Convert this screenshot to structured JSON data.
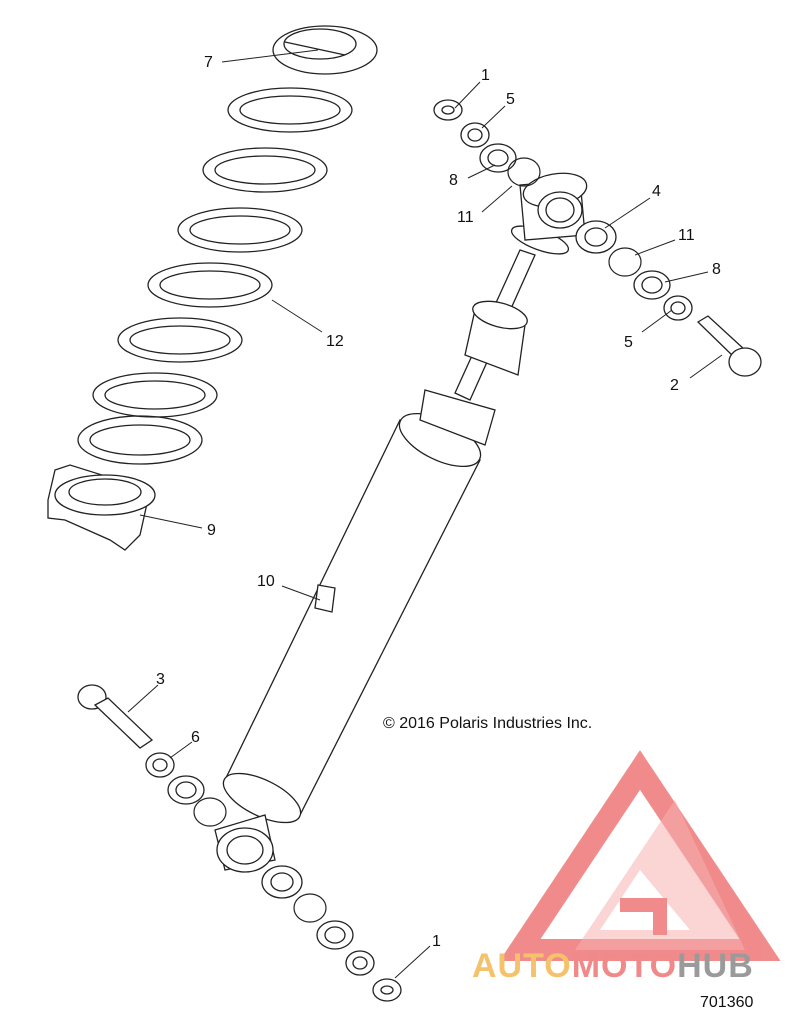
{
  "callouts": [
    {
      "id": "7",
      "label": "7"
    },
    {
      "id": "1a",
      "label": "1"
    },
    {
      "id": "5a",
      "label": "5"
    },
    {
      "id": "8a",
      "label": "8"
    },
    {
      "id": "11a",
      "label": "11"
    },
    {
      "id": "4",
      "label": "4"
    },
    {
      "id": "11b",
      "label": "11"
    },
    {
      "id": "8b",
      "label": "8"
    },
    {
      "id": "5b",
      "label": "5"
    },
    {
      "id": "2",
      "label": "2"
    },
    {
      "id": "12",
      "label": "12"
    },
    {
      "id": "9",
      "label": "9"
    },
    {
      "id": "10",
      "label": "10"
    },
    {
      "id": "3",
      "label": "3"
    },
    {
      "id": "6",
      "label": "6"
    },
    {
      "id": "1b",
      "label": "1"
    }
  ],
  "copyright": "© 2016 Polaris Industries Inc.",
  "document_number": "701360",
  "watermark": {
    "text_part1": "AUTO",
    "text_part2": "MOTO",
    "text_part3": "HUB",
    "color_part1": "#f4c26b",
    "color_part2": "#f08a8a",
    "color_part3": "#9a9a9a",
    "logo_color": "#f07f7f"
  },
  "colors": {
    "line": "#222222",
    "background": "#ffffff"
  }
}
